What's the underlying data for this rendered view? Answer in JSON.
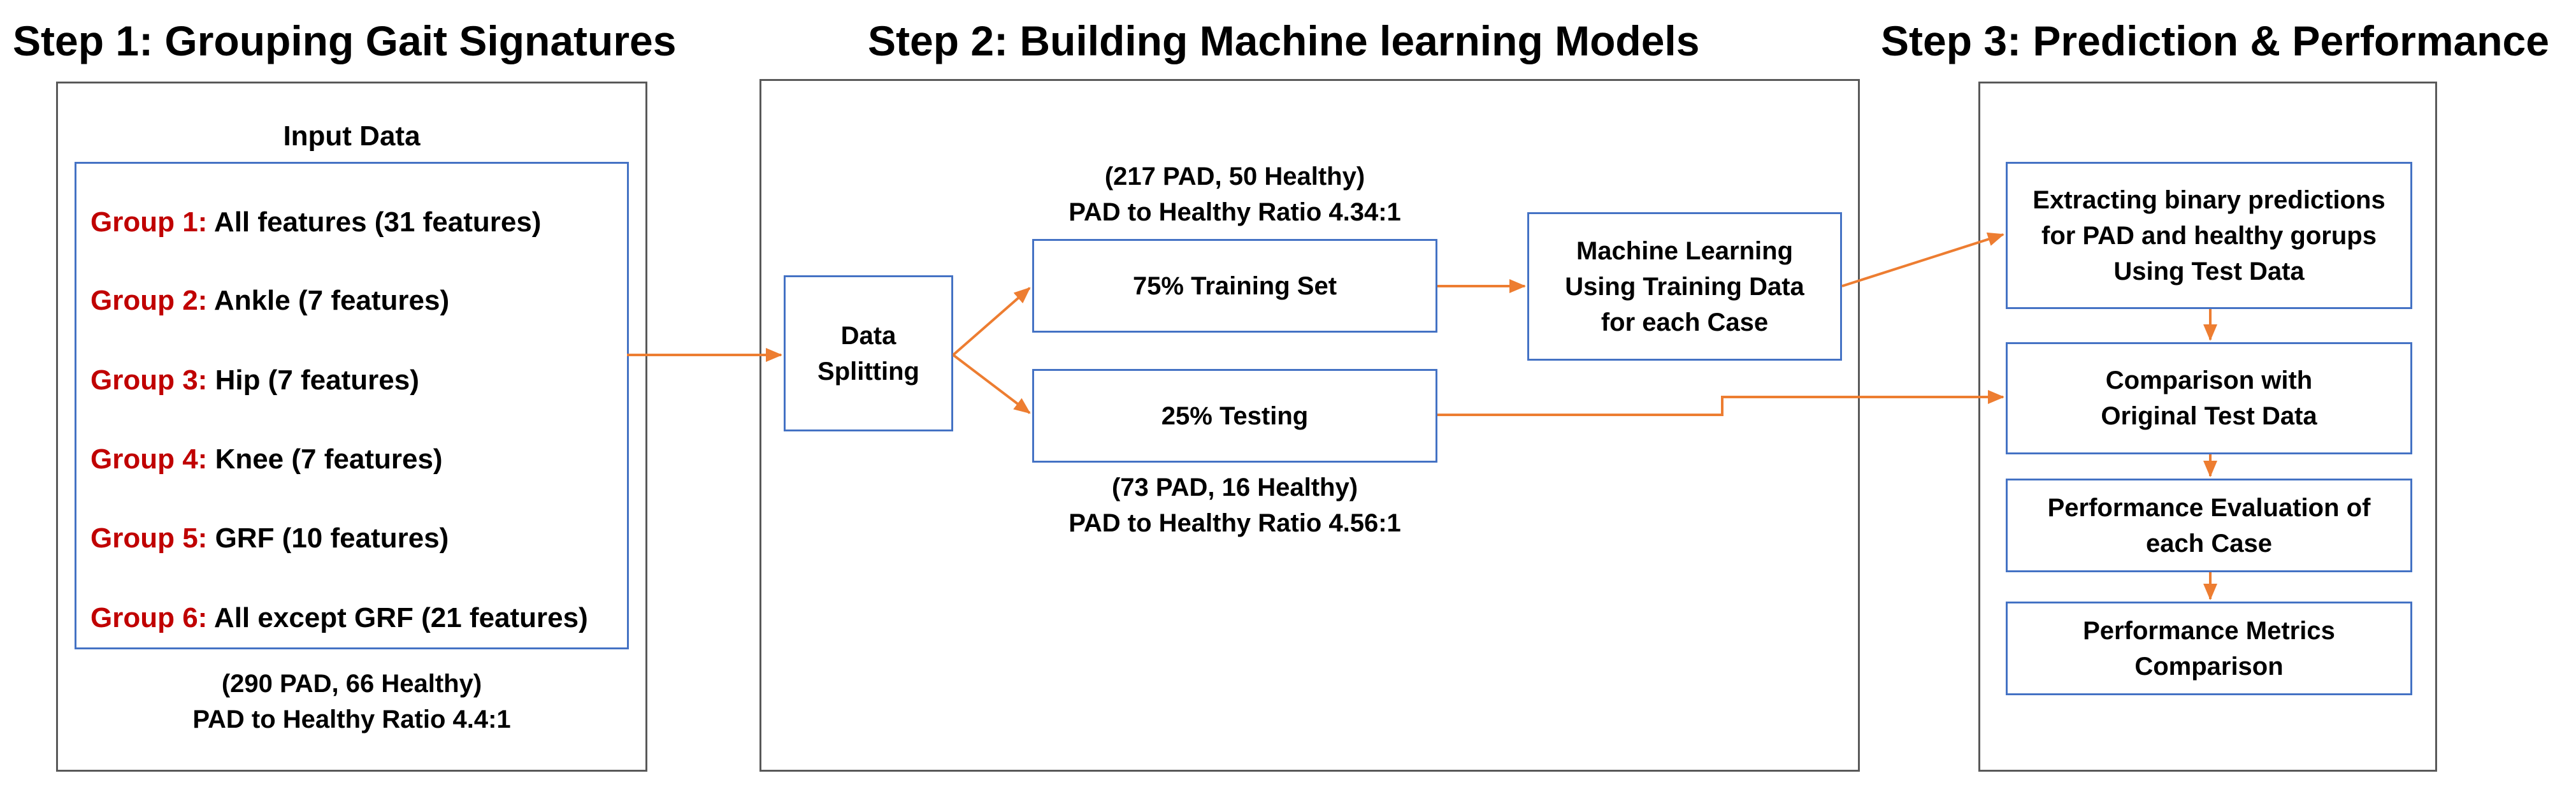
{
  "headings": {
    "step1": "Step 1: Grouping Gait Signatures",
    "step2": "Step 2: Building Machine learning Models",
    "step3": "Step 3: Prediction & Performance"
  },
  "step1": {
    "input_title": "Input Data",
    "groups": [
      {
        "key": "Group 1:",
        "text": "All features (31 features)"
      },
      {
        "key": "Group 2:",
        "text": "Ankle (7 features)"
      },
      {
        "key": "Group 3:",
        "text": "Hip (7 features)"
      },
      {
        "key": "Group 4:",
        "text": "Knee (7 features)"
      },
      {
        "key": "Group 5:",
        "text": "GRF (10 features)"
      },
      {
        "key": "Group 6:",
        "text": "All except GRF (21 features)"
      }
    ],
    "counts": "(290 PAD, 66 Healthy)",
    "ratio": "PAD to Healthy Ratio 4.4:1"
  },
  "step2": {
    "splitting_line1": "Data",
    "splitting_line2": "Splitting",
    "train_counts": "(217 PAD, 50 Healthy)",
    "train_ratio": "PAD to Healthy Ratio 4.34:1",
    "training_set": "75% Training Set",
    "testing_set": "25% Testing",
    "test_counts": "(73 PAD, 16 Healthy)",
    "test_ratio": "PAD to Healthy Ratio 4.56:1",
    "ml_line1": "Machine Learning",
    "ml_line2": "Using Training Data",
    "ml_line3": "for each Case"
  },
  "step3": {
    "extract_line1": "Extracting binary predictions",
    "extract_line2": "for PAD and healthy gorups",
    "extract_line3": "Using Test Data",
    "compare_line1": "Comparison with",
    "compare_line2": "Original Test Data",
    "eval_line1": "Performance Evaluation of",
    "eval_line2": "each Case",
    "metrics_line1": "Performance Metrics",
    "metrics_line2": "Comparison"
  },
  "colors": {
    "panel_border": "#595959",
    "box_border": "#4472C4",
    "arrow": "#ED7D31",
    "group_key": "#C00000"
  }
}
